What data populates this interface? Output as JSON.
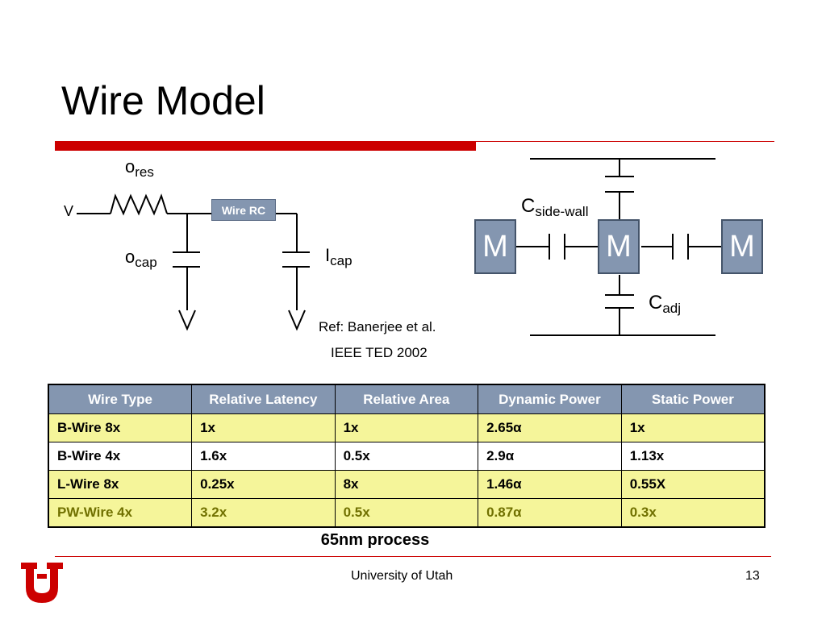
{
  "slide": {
    "title": "Wire Model",
    "footer": "University of Utah",
    "page_number": "13",
    "caption": "65nm process"
  },
  "circuit": {
    "v_label": "V",
    "r_label": "o",
    "r_sub": "res",
    "c_left_label": "o",
    "c_left_sub": "cap",
    "c_right_label": "I",
    "c_right_sub": "cap",
    "wire_rc_label": "Wire RC",
    "ref_line1": "Ref: Banerjee et al.",
    "ref_line2": "IEEE TED 2002"
  },
  "capacitance": {
    "metal_label": "M",
    "side_wall_label": "C",
    "side_wall_sub": "side-wall",
    "adj_label": "C",
    "adj_sub": "adj"
  },
  "table": {
    "headers": [
      "Wire Type",
      "Relative Latency",
      "Relative Area",
      "Dynamic Power",
      "Static Power"
    ],
    "rows": [
      [
        "B-Wire 8x",
        "1x",
        "1x",
        "2.65α",
        "1x"
      ],
      [
        "B-Wire 4x",
        "1.6x",
        "0.5x",
        "2.9α",
        "1.13x"
      ],
      [
        "L-Wire 8x",
        "0.25x",
        "8x",
        "1.46α",
        "0.55X"
      ],
      [
        "PW-Wire 4x",
        "3.2x",
        "0.5x",
        "0.87α",
        "0.3x"
      ]
    ]
  },
  "colors": {
    "accent_red": "#cc0000",
    "header_blue": "#8496b0",
    "row_yellow": "#f5f59a",
    "olive_text": "#707000"
  }
}
